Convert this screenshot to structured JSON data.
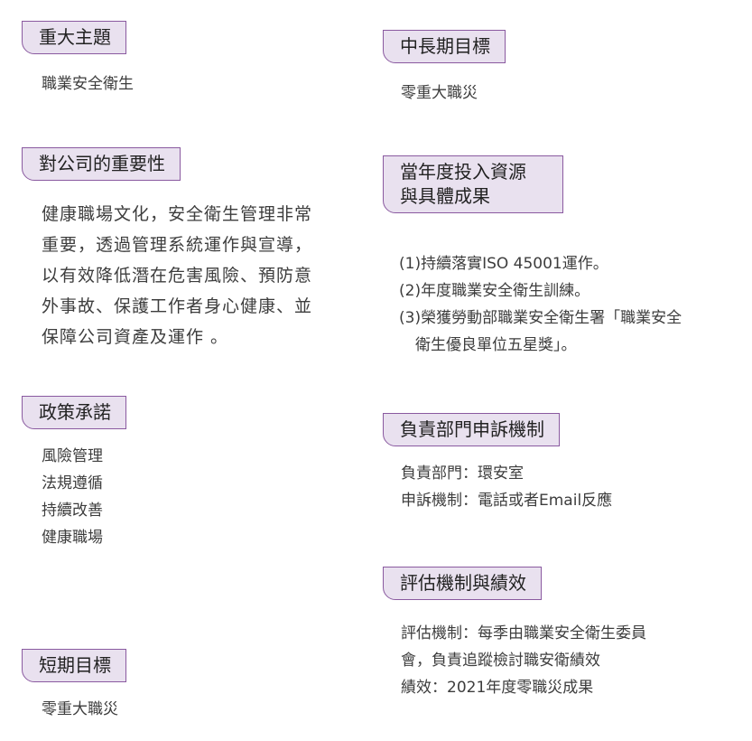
{
  "left": {
    "topic": {
      "heading": "重大主題",
      "text": "職業安全衛生"
    },
    "importance": {
      "heading": "對公司的重要性",
      "lines": [
        "健康職場文化，安全衛生管理非常",
        "重要，透過管理系統運作與宣導，",
        "以有效降低潛在危害風險、預防意",
        "外事故、保護工作者身心健康、並",
        "保障公司資產及運作 。"
      ]
    },
    "policy": {
      "heading": "政策承諾",
      "items": [
        "風險管理",
        "法規遵循",
        "持續改善",
        "健康職場"
      ]
    },
    "short_term": {
      "heading": "短期目標",
      "text": "零重大職災"
    }
  },
  "right": {
    "mid_long": {
      "heading": "中長期目標",
      "text": "零重大職災"
    },
    "resources": {
      "heading_line1": "當年度投入資源",
      "heading_line2": "與具體成果",
      "lines": [
        "(1)持續落實ISO 45001運作。",
        "(2)年度職業安全衛生訓練。",
        "(3)榮獲勞動部職業安全衛生署「職業安全",
        "衛生優良單位五星獎」。"
      ]
    },
    "grievance": {
      "heading": "負責部門申訴機制",
      "lines": [
        "負責部門：環安室",
        "申訴機制：電話或者Email反應"
      ]
    },
    "evaluation": {
      "heading": "評估機制與績效",
      "lines": [
        "評估機制：每季由職業安全衛生委員",
        "會，負責追蹤檢討職安衛績效",
        "績效：2021年度零職災成果"
      ]
    }
  }
}
